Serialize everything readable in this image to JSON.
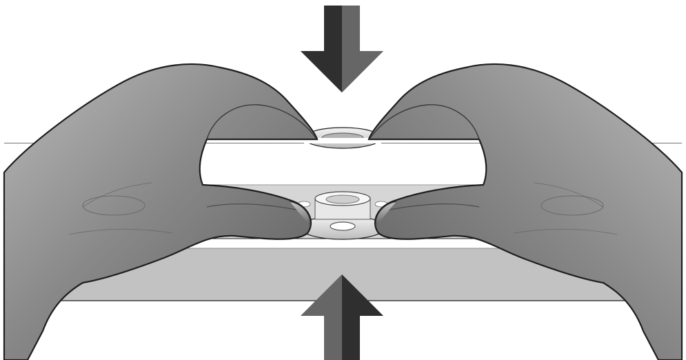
{
  "diagram": {
    "subject": "two-hands-pressing-fastener",
    "arrows": [
      {
        "id": "top-arrow",
        "direction": "down"
      },
      {
        "id": "bottom-arrow",
        "direction": "up"
      }
    ],
    "colors": {
      "arrow_dark": "#2f2f2f",
      "arrow_mid": "#4a4a4a",
      "arrow_light": "#666666",
      "panel_light": "#ffffff",
      "panel_gray": "#d4d4d4",
      "panel_dark": "#bdbdbd",
      "skin_shadow": "#5e5e5e",
      "skin_mid": "#8f8f8f",
      "skin_light": "#c4c4c4",
      "washer": "#e2e2e2",
      "outline": "#1e1e1e"
    }
  }
}
